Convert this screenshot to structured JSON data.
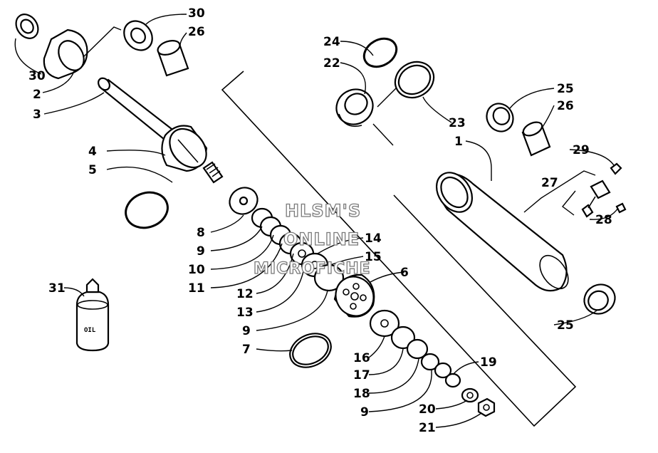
{
  "watermark": {
    "line1": "HLSM'S",
    "line2": "ONLINE",
    "line3": "MICROFICHE"
  },
  "bottle_label": "OIL",
  "callouts": {
    "c30a": "30",
    "c26a": "26",
    "c30b": "30",
    "c2": "2",
    "c3": "3",
    "c4": "4",
    "c5": "5",
    "c8": "8",
    "c9a": "9",
    "c10": "10",
    "c11": "11",
    "c12": "12",
    "c13": "13",
    "c9b": "9",
    "c14": "14",
    "c15": "15",
    "c6": "6",
    "c7": "7",
    "c16": "16",
    "c17": "17",
    "c18": "18",
    "c9c": "9",
    "c19": "19",
    "c20": "20",
    "c21": "21",
    "c24": "24",
    "c22": "22",
    "c23": "23",
    "c25a": "25",
    "c26b": "26",
    "c1": "1",
    "c29": "29",
    "c27": "27",
    "c28": "28",
    "c25b": "25",
    "c31": "31"
  }
}
